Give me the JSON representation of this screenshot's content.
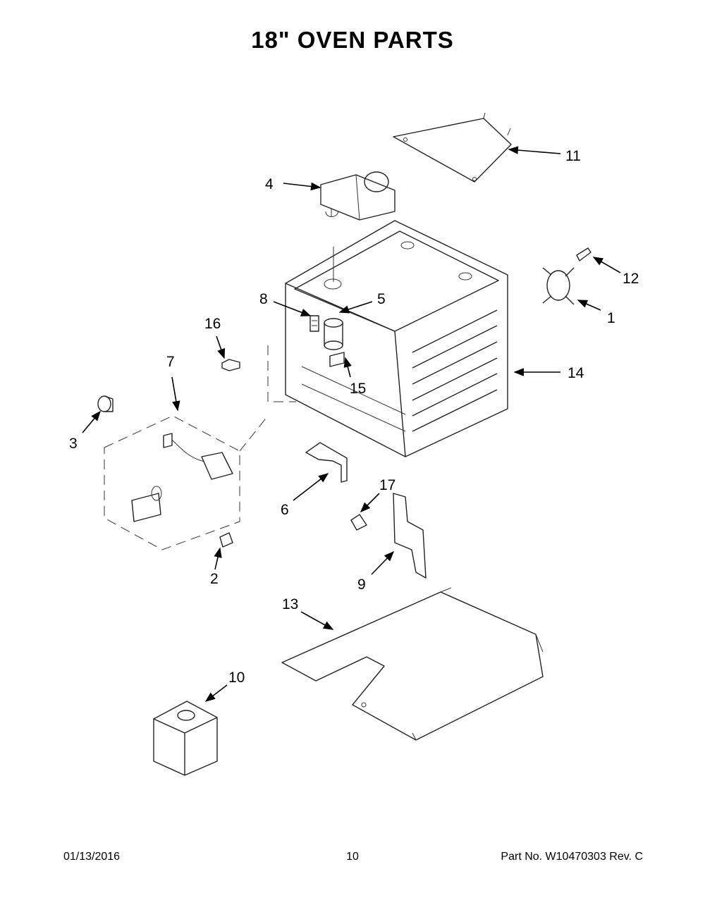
{
  "title": "18\" OVEN PARTS",
  "callouts": {
    "p1": "1",
    "p2": "2",
    "p3": "3",
    "p4": "4",
    "p5": "5",
    "p6": "6",
    "p7": "7",
    "p8": "8",
    "p9": "9",
    "p10": "10",
    "p11": "11",
    "p12": "12",
    "p13": "13",
    "p14": "14",
    "p15": "15",
    "p16": "16",
    "p17": "17"
  },
  "footer": {
    "date": "01/13/2016",
    "page": "10",
    "part": "Part No.  W10470303  Rev.  C"
  }
}
